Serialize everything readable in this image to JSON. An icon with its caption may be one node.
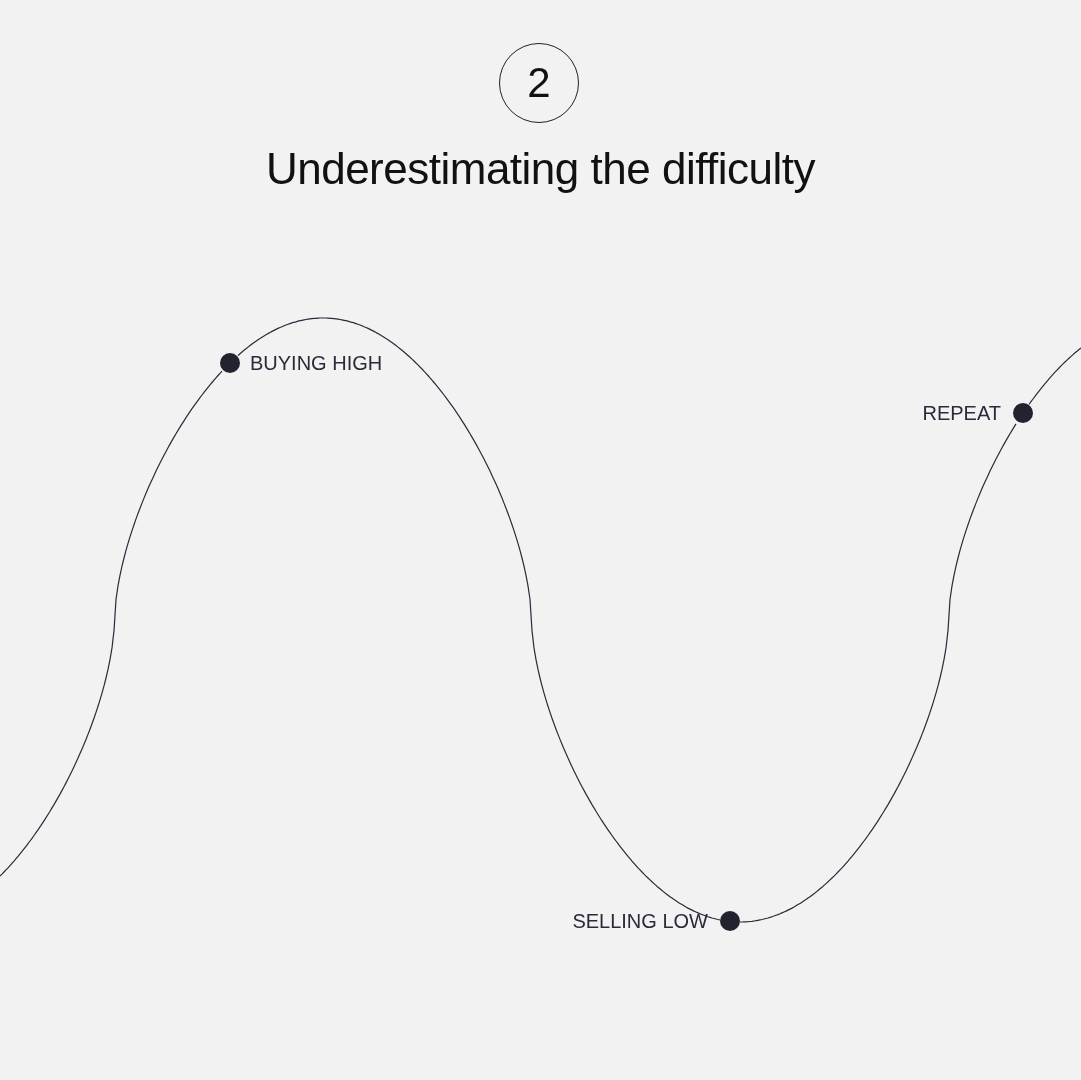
{
  "diagram": {
    "title": "Underestimating the difficulty",
    "nodes": [
      {
        "text": [
          "2"
        ]
      },
      {
        "text": [],
        "shape": "circle",
        "beside": [
          "BUYING HIGH"
        ]
      },
      {
        "text": [],
        "shape": "circle",
        "beside": [
          "SELLING LOW"
        ]
      },
      {
        "text": [],
        "shape": "circle",
        "beside": [
          "REPEAT"
        ]
      }
    ],
    "edges": [
      {
        "from": null,
        "to": 1,
        "arrow": "none"
      },
      {
        "from": 1,
        "to": 2,
        "arrow": "none"
      },
      {
        "from": 2,
        "to": 3,
        "arrow": "none"
      },
      {
        "from": 3,
        "to": null,
        "arrow": "none"
      }
    ]
  }
}
